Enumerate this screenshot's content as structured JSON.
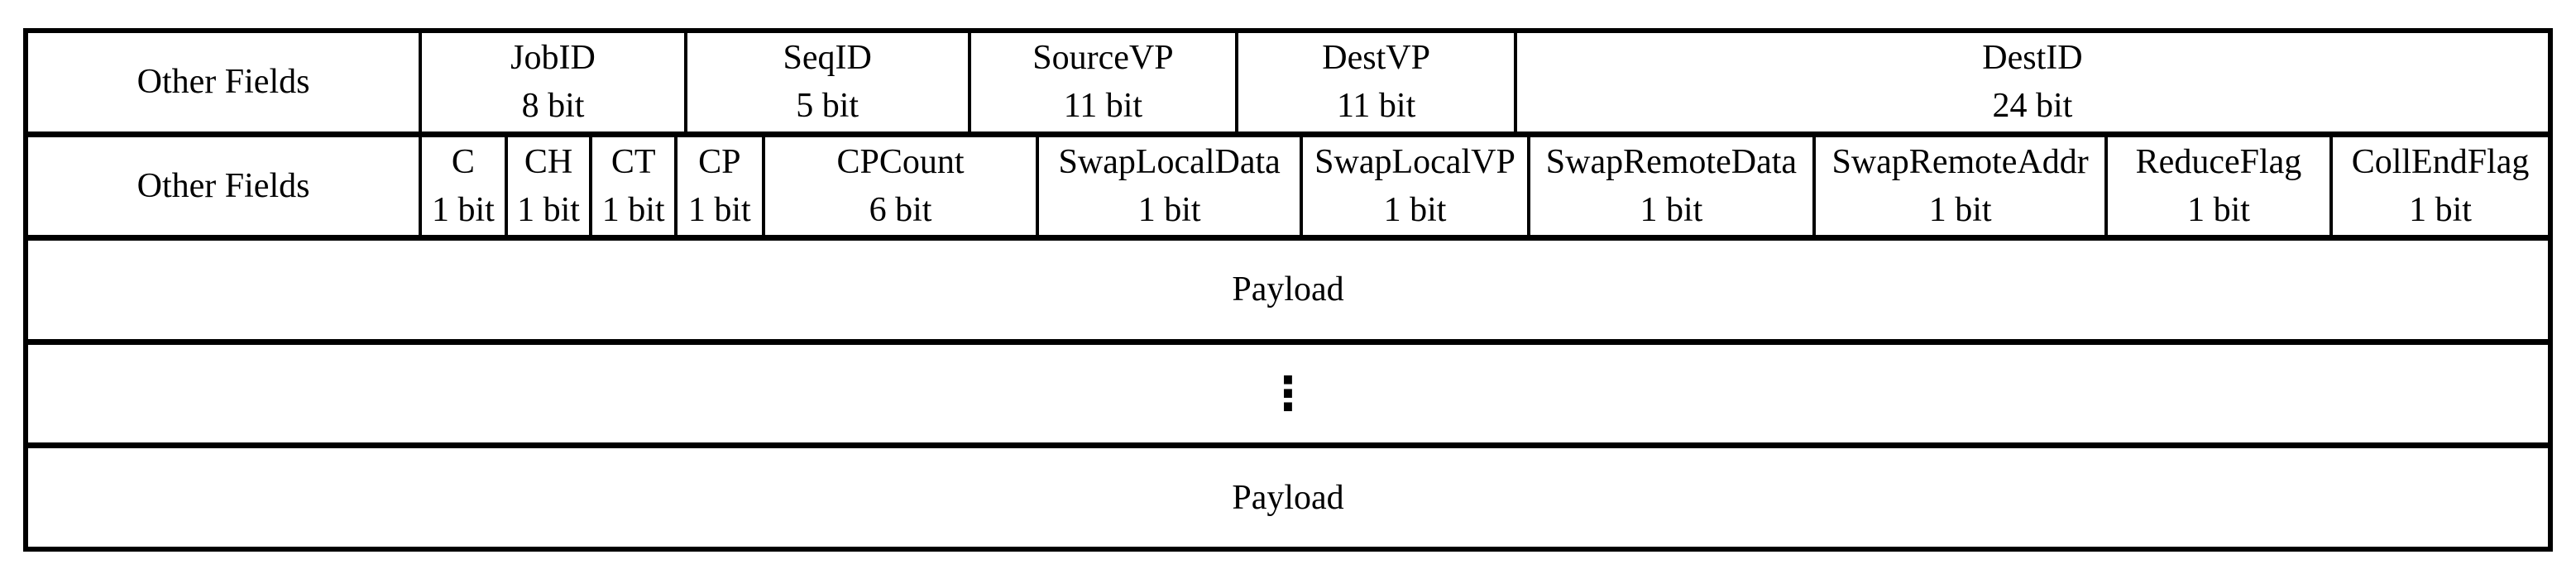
{
  "colors": {
    "background": "#ffffff",
    "border": "#000000",
    "text": "#000000"
  },
  "packet_diagram": {
    "header_row_1": {
      "cells": [
        {
          "label": "Other Fields",
          "bits": ""
        },
        {
          "label": "JobID",
          "bits": "8 bit"
        },
        {
          "label": "SeqID",
          "bits": "5 bit"
        },
        {
          "label": "SourceVP",
          "bits": "11 bit"
        },
        {
          "label": "DestVP",
          "bits": "11 bit"
        },
        {
          "label": "DestID",
          "bits": "24 bit"
        }
      ]
    },
    "header_row_2": {
      "cells": [
        {
          "label": "Other Fields",
          "bits": ""
        },
        {
          "label": "C",
          "bits": "1 bit"
        },
        {
          "label": "CH",
          "bits": "1 bit"
        },
        {
          "label": "CT",
          "bits": "1 bit"
        },
        {
          "label": "CP",
          "bits": "1 bit"
        },
        {
          "label": "CPCount",
          "bits": "6 bit"
        },
        {
          "label": "SwapLocalData",
          "bits": "1 bit"
        },
        {
          "label": "SwapLocalVP",
          "bits": "1 bit"
        },
        {
          "label": "SwapRemoteData",
          "bits": "1 bit"
        },
        {
          "label": "SwapRemoteAddr",
          "bits": "1 bit"
        },
        {
          "label": "ReduceFlag",
          "bits": "1 bit"
        },
        {
          "label": "CollEndFlag",
          "bits": "1 bit"
        }
      ]
    },
    "payload_row_top": {
      "label": "Payload"
    },
    "continuation_row": {
      "symbol": "⋮"
    },
    "payload_row_bottom": {
      "label": "Payload"
    }
  }
}
